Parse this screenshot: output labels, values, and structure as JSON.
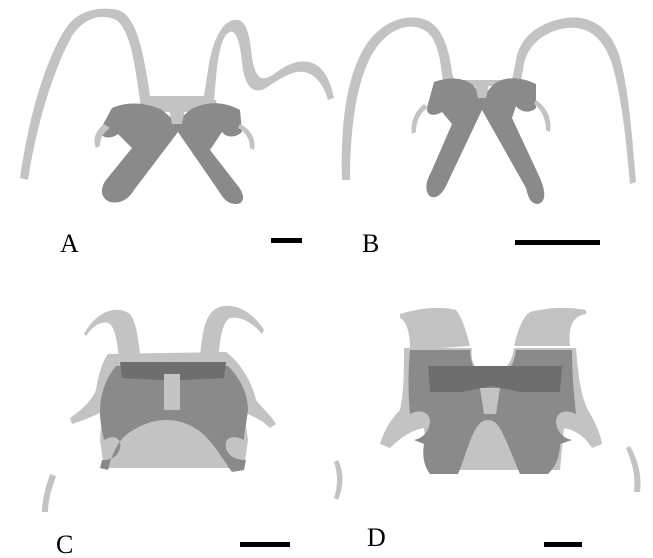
{
  "figure": {
    "colors": {
      "light_tissue": "#c3c3c3",
      "dark_tissue": "#8a8a8a",
      "darker_band": "#6e6e6e",
      "scale_bar": "#000000",
      "background": "#ffffff"
    },
    "panels": [
      {
        "letter": "A"
      },
      {
        "letter": "B"
      },
      {
        "letter": "C"
      },
      {
        "letter": "D"
      }
    ]
  }
}
